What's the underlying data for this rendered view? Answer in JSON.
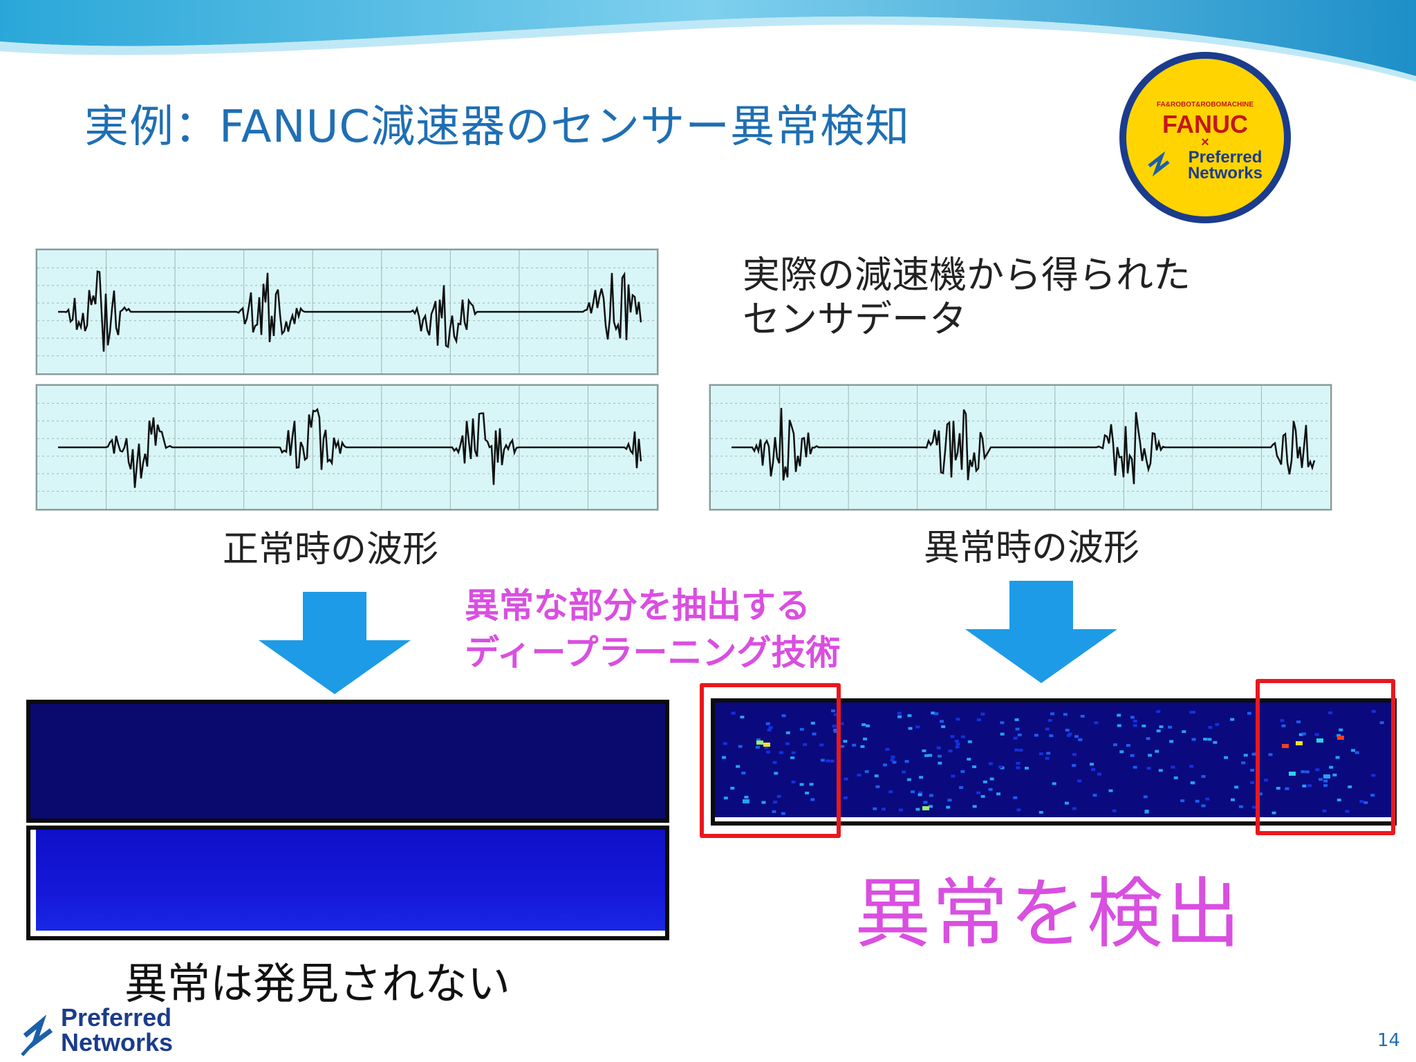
{
  "title": "実例：FANUC減速器のセンサー異常検知",
  "badge": {
    "top_line": "FA&ROBOT&ROBOMACHINE",
    "brand": "FANUC",
    "cross": "×",
    "partner_line1": "Preferred",
    "partner_line2": "Networks"
  },
  "description": [
    "実際の減速機から得られた",
    "センサデータ"
  ],
  "normal_caption": "正常時の波形",
  "anomaly_caption": "異常時の波形",
  "technology_label": [
    "異常な部分を抽出する",
    "ディープラーニング技術"
  ],
  "detect_label": "異常を検出",
  "no_anomaly_label": "異常は発見されない",
  "footer_logo": {
    "line1": "Preferred",
    "line2": "Networks"
  },
  "page_number": "14",
  "colors": {
    "title": "#1f6fb4",
    "highlight": "#d94fe0",
    "arrow": "#1e9be6",
    "wave_bg": "#d8f6f7",
    "badge_fill": "#ffd400",
    "badge_ring": "#1b3c8c",
    "heatmap_dark": "#0a0a6e",
    "detect_box": "#e8181e"
  }
}
